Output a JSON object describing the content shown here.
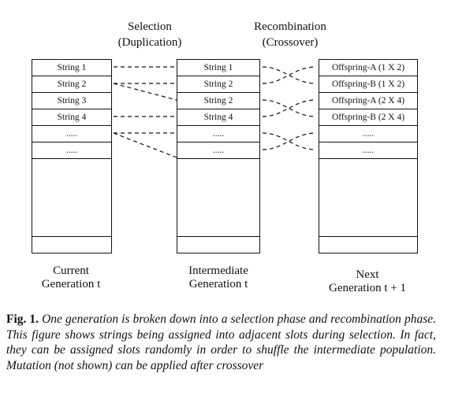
{
  "phases": {
    "selection": [
      "Selection",
      "(Duplication)"
    ],
    "recombination": [
      "Recombination",
      "(Crossover)"
    ]
  },
  "columns": {
    "current": {
      "slots": [
        "String 1",
        "String 2",
        "String 3",
        "String 4",
        ".....",
        "....."
      ],
      "label": [
        "Current",
        "Generation  t"
      ]
    },
    "intermediate": {
      "slots": [
        "String 1",
        "String 2",
        "String 2",
        "String 4",
        ".....",
        "....."
      ],
      "label": [
        "Intermediate",
        "Generation  t"
      ]
    },
    "next": {
      "slots": [
        "Offspring-A (1 X 2)",
        "Offspring-B (1 X 2)",
        "Offspring-A (2 X 4)",
        "Offspring-B (2 X 4)",
        ".....",
        "....."
      ],
      "label": [
        "Next",
        "Generation  t + 1"
      ]
    }
  },
  "caption": {
    "fig_label": "Fig. 1.",
    "text": "One generation is broken down into a selection phase and recombination phase. This figure shows strings being assigned into adjacent slots during selection. In fact, they can be assigned slots randomly in order to shuffle the intermediate population. Mutation (not shown) can be applied after crossover"
  }
}
